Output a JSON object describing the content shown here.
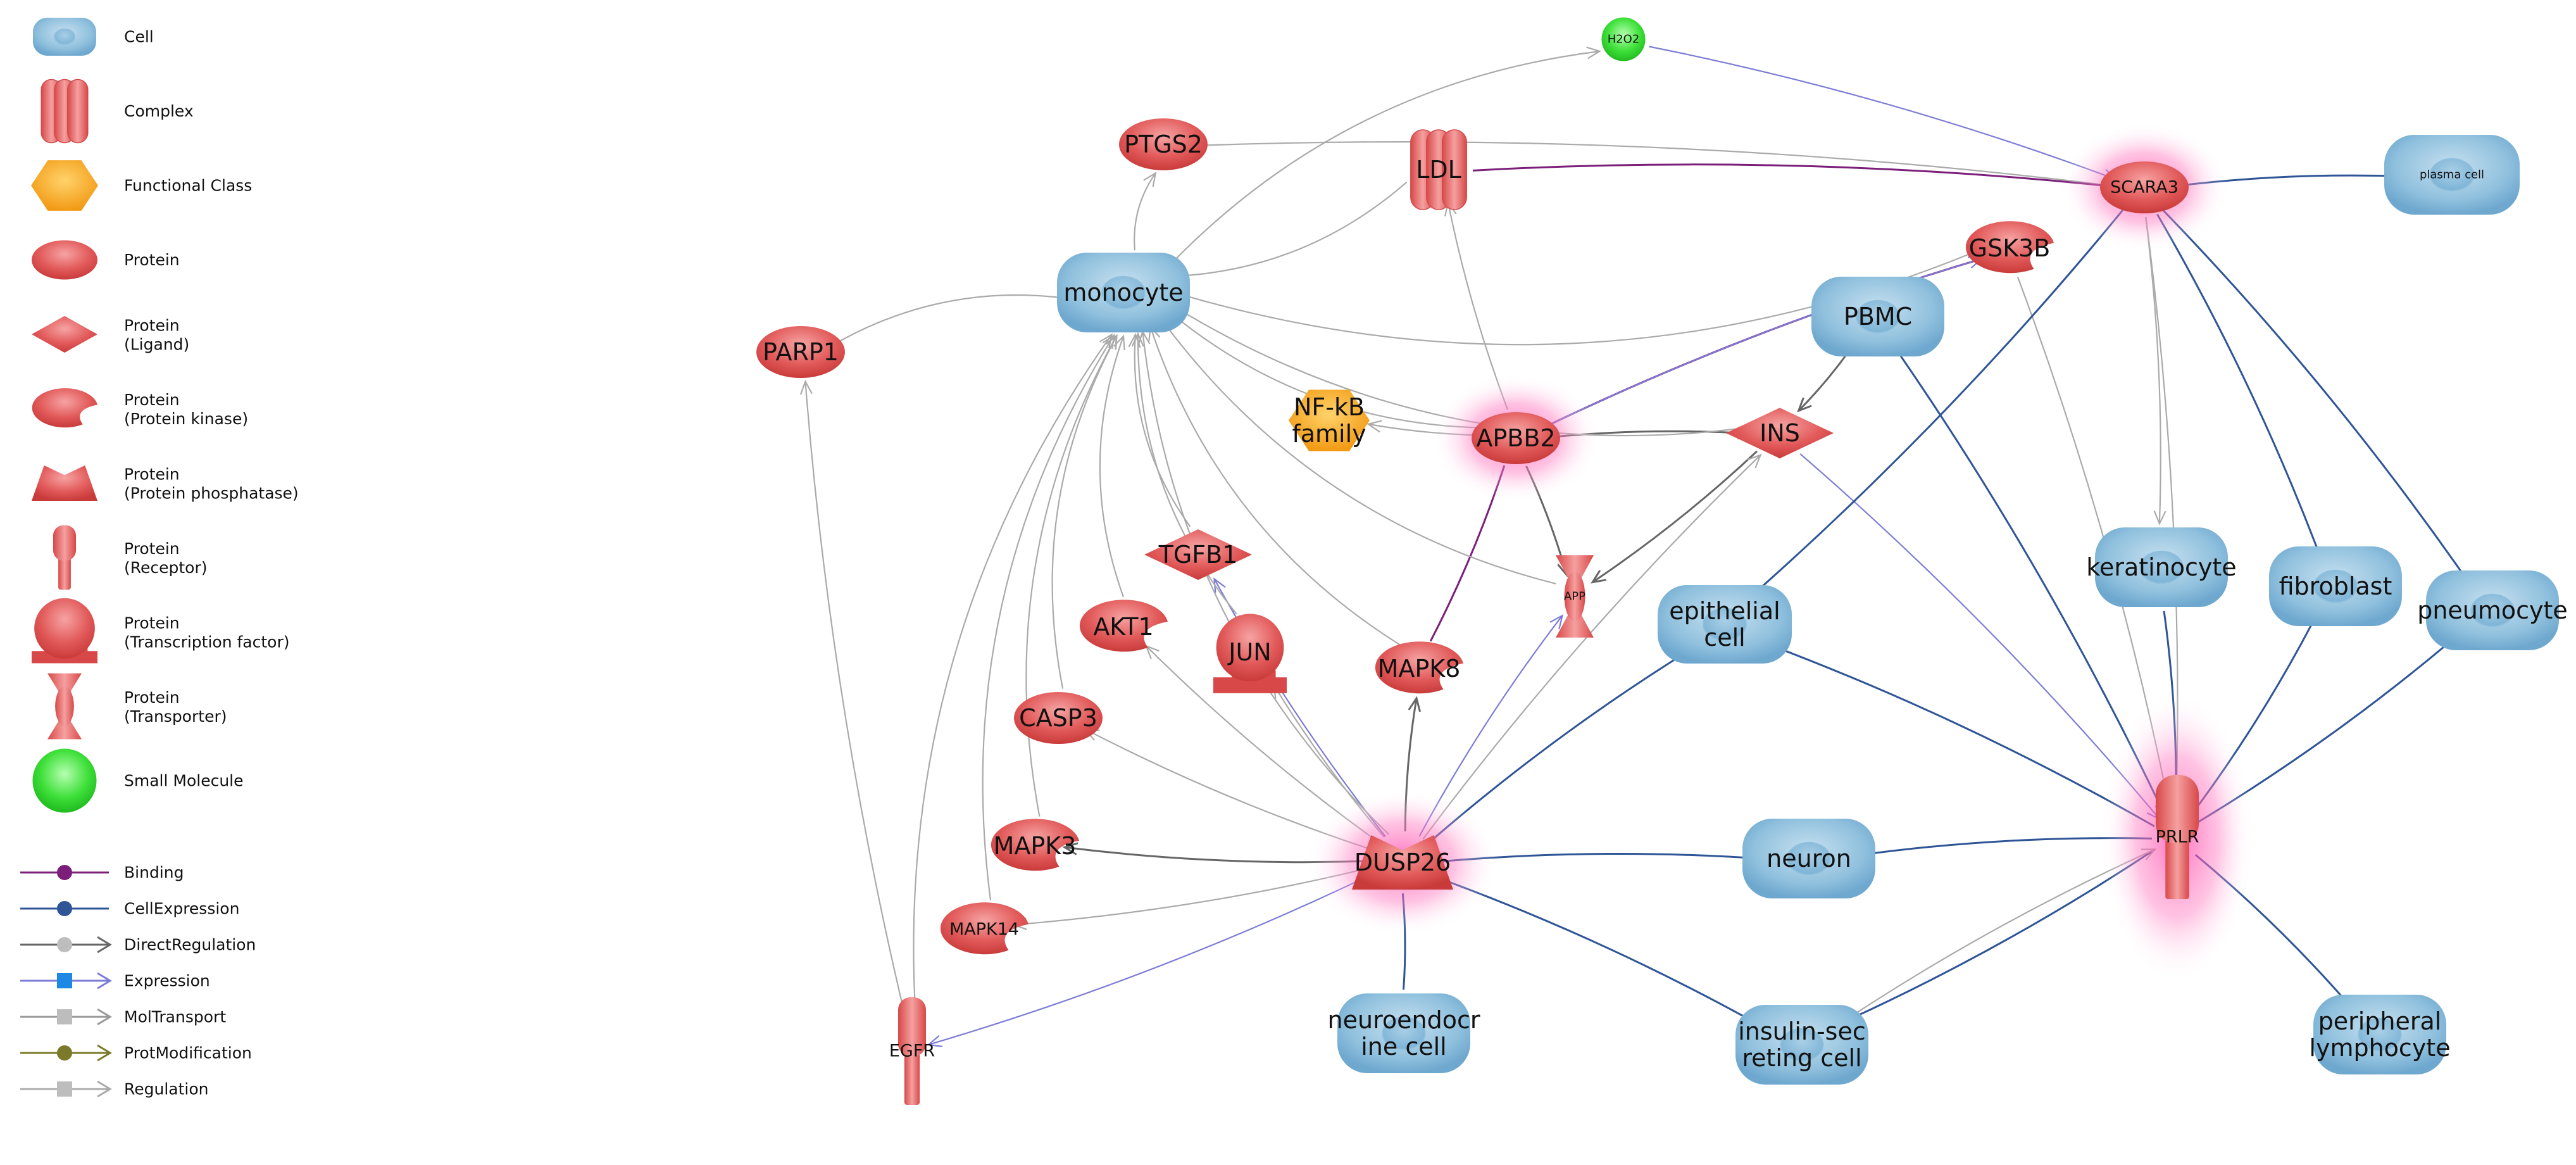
{
  "legend": {
    "node_types": [
      {
        "shape": "cell",
        "label": "Cell"
      },
      {
        "shape": "complex",
        "label": "Complex"
      },
      {
        "shape": "functional-class",
        "label": "Functional Class"
      },
      {
        "shape": "protein",
        "label": "Protein"
      },
      {
        "shape": "ligand",
        "label": "Protein",
        "sublabel": "(Ligand)"
      },
      {
        "shape": "kinase",
        "label": "Protein",
        "sublabel": "(Protein kinase)"
      },
      {
        "shape": "phosphatase",
        "label": "Protein",
        "sublabel": "(Protein phosphatase)"
      },
      {
        "shape": "receptor",
        "label": "Protein",
        "sublabel": "(Receptor)"
      },
      {
        "shape": "transcription-factor",
        "label": "Protein",
        "sublabel": "(Transcription factor)"
      },
      {
        "shape": "transporter",
        "label": "Protein",
        "sublabel": "(Transporter)"
      },
      {
        "shape": "small-molecule",
        "label": "Small Molecule"
      }
    ],
    "edge_types": [
      {
        "label": "Binding",
        "color": "#7b1f7a",
        "marker": "circle",
        "arrow": false
      },
      {
        "label": "CellExpression",
        "color": "#2f5597",
        "marker": "circle",
        "arrow": false
      },
      {
        "label": "DirectRegulation",
        "color": "#666666",
        "marker": "circle-grey",
        "arrow": true
      },
      {
        "label": "Expression",
        "color": "#7c7cd6",
        "marker": "square-blue",
        "arrow": true
      },
      {
        "label": "MolTransport",
        "color": "#999999",
        "marker": "square",
        "arrow": true
      },
      {
        "label": "ProtModification",
        "color": "#7a7a2a",
        "marker": "octagon",
        "arrow": true
      },
      {
        "label": "Regulation",
        "color": "#aaaaaa",
        "marker": "square",
        "arrow": true
      }
    ]
  },
  "nodes": [
    {
      "id": "H2O2",
      "label": "H2O2",
      "type": "small-molecule"
    },
    {
      "id": "PTGS2",
      "label": "PTGS2",
      "type": "protein"
    },
    {
      "id": "LDL",
      "label": "LDL",
      "type": "complex"
    },
    {
      "id": "SCARA3",
      "label": "SCARA3",
      "type": "protein",
      "highlight": true
    },
    {
      "id": "plasma cell",
      "label": "plasma cell",
      "type": "cell"
    },
    {
      "id": "monocyte",
      "label": "monocyte",
      "type": "cell"
    },
    {
      "id": "GSK3B",
      "label": "GSK3B",
      "type": "kinase"
    },
    {
      "id": "PARP1",
      "label": "PARP1",
      "type": "protein"
    },
    {
      "id": "PBMC",
      "label": "PBMC",
      "type": "cell"
    },
    {
      "id": "NF-kB family",
      "label": "NF-kB family",
      "type": "functional-class"
    },
    {
      "id": "APBB2",
      "label": "APBB2",
      "type": "protein",
      "highlight": true
    },
    {
      "id": "INS",
      "label": "INS",
      "type": "ligand"
    },
    {
      "id": "TGFB1",
      "label": "TGFB1",
      "type": "ligand"
    },
    {
      "id": "APP",
      "label": "APP",
      "type": "transporter"
    },
    {
      "id": "keratinocyte",
      "label": "keratinocyte",
      "type": "cell"
    },
    {
      "id": "fibroblast",
      "label": "fibroblast",
      "type": "cell"
    },
    {
      "id": "pneumocyte",
      "label": "pneumocyte",
      "type": "cell"
    },
    {
      "id": "epithelial cell",
      "label": "epithelial cell",
      "type": "cell"
    },
    {
      "id": "AKT1",
      "label": "AKT1",
      "type": "kinase"
    },
    {
      "id": "JUN",
      "label": "JUN",
      "type": "transcription-factor"
    },
    {
      "id": "MAPK8",
      "label": "MAPK8",
      "type": "kinase"
    },
    {
      "id": "CASP3",
      "label": "CASP3",
      "type": "protein"
    },
    {
      "id": "MAPK3",
      "label": "MAPK3",
      "type": "kinase"
    },
    {
      "id": "DUSP26",
      "label": "DUSP26",
      "type": "phosphatase",
      "highlight": true
    },
    {
      "id": "neuron",
      "label": "neuron",
      "type": "cell"
    },
    {
      "id": "PRLR",
      "label": "PRLR",
      "type": "receptor",
      "highlight": true
    },
    {
      "id": "MAPK14",
      "label": "MAPK14",
      "type": "kinase"
    },
    {
      "id": "EGFR",
      "label": "EGFR",
      "type": "receptor"
    },
    {
      "id": "neuroendocrine cell",
      "label": "neuroendocrine cell",
      "type": "cell"
    },
    {
      "id": "insulin-secreting cell",
      "label": "insulin-secreting cell",
      "type": "cell"
    },
    {
      "id": "peripheral lymphocyte",
      "label": "peripheral lymphocyte",
      "type": "cell"
    }
  ],
  "edges": [
    {
      "from": "monocyte",
      "to": "H2O2",
      "type": "Regulation"
    },
    {
      "from": "H2O2",
      "to": "SCARA3",
      "type": "Expression"
    },
    {
      "from": "PTGS2",
      "to": "SCARA3",
      "type": "Regulation"
    },
    {
      "from": "LDL",
      "to": "SCARA3",
      "type": "Binding"
    },
    {
      "from": "SCARA3",
      "to": "plasma cell",
      "type": "CellExpression"
    },
    {
      "from": "LDL",
      "to": "monocyte",
      "type": "Regulation"
    },
    {
      "from": "monocyte",
      "to": "PTGS2",
      "type": "Regulation"
    },
    {
      "from": "GSK3B",
      "to": "monocyte",
      "type": "Regulation"
    },
    {
      "from": "PARP1",
      "to": "monocyte",
      "type": "Regulation"
    },
    {
      "from": "APBB2",
      "to": "GSK3B",
      "type": "Binding"
    },
    {
      "from": "APBB2",
      "to": "GSK3B",
      "type": "Expression"
    },
    {
      "from": "APBB2",
      "to": "LDL",
      "type": "Regulation"
    },
    {
      "from": "APBB2",
      "to": "NF-kB family",
      "type": "Regulation"
    },
    {
      "from": "APBB2",
      "to": "INS",
      "type": "DirectRegulation"
    },
    {
      "from": "APBB2",
      "to": "APP",
      "type": "DirectRegulation"
    },
    {
      "from": "APBB2",
      "to": "MAPK8",
      "type": "Binding"
    },
    {
      "from": "INS",
      "to": "monocyte",
      "type": "Regulation"
    },
    {
      "from": "INS",
      "to": "APP",
      "type": "DirectRegulation"
    },
    {
      "from": "PBMC",
      "to": "INS",
      "type": "DirectRegulation"
    },
    {
      "from": "PBMC",
      "to": "PRLR",
      "type": "CellExpression"
    },
    {
      "from": "INS",
      "to": "PRLR",
      "type": "Expression"
    },
    {
      "from": "GSK3B",
      "to": "PRLR",
      "type": "Regulation"
    },
    {
      "from": "SCARA3",
      "to": "keratinocyte",
      "type": "Regulation"
    },
    {
      "from": "SCARA3",
      "to": "fibroblast",
      "type": "CellExpression"
    },
    {
      "from": "SCARA3",
      "to": "pneumocyte",
      "type": "CellExpression"
    },
    {
      "from": "SCARA3",
      "to": "epithelial cell",
      "type": "CellExpression"
    },
    {
      "from": "SCARA3",
      "to": "PRLR",
      "type": "Regulation"
    },
    {
      "from": "keratinocyte",
      "to": "PRLR",
      "type": "CellExpression"
    },
    {
      "from": "fibroblast",
      "to": "PRLR",
      "type": "CellExpression"
    },
    {
      "from": "pneumocyte",
      "to": "PRLR",
      "type": "CellExpression"
    },
    {
      "from": "epithelial cell",
      "to": "PRLR",
      "type": "CellExpression"
    },
    {
      "from": "neuron",
      "to": "PRLR",
      "type": "CellExpression"
    },
    {
      "from": "PRLR",
      "to": "peripheral lymphocyte",
      "type": "CellExpression"
    },
    {
      "from": "PRLR",
      "to": "insulin-secreting cell",
      "type": "CellExpression"
    },
    {
      "from": "DUSP26",
      "to": "neuron",
      "type": "CellExpression"
    },
    {
      "from": "DUSP26",
      "to": "epithelial cell",
      "type": "CellExpression"
    },
    {
      "from": "DUSP26",
      "to": "neuroendocrine cell",
      "type": "CellExpression"
    },
    {
      "from": "DUSP26",
      "to": "insulin-secreting cell",
      "type": "CellExpression"
    },
    {
      "from": "DUSP26",
      "to": "APP",
      "type": "Expression"
    },
    {
      "from": "DUSP26",
      "to": "INS",
      "type": "Regulation"
    },
    {
      "from": "DUSP26",
      "to": "MAPK8",
      "type": "DirectRegulation"
    },
    {
      "from": "DUSP26",
      "to": "JUN",
      "type": "Regulation"
    },
    {
      "from": "DUSP26",
      "to": "AKT1",
      "type": "Regulation"
    },
    {
      "from": "DUSP26",
      "to": "CASP3",
      "type": "Regulation"
    },
    {
      "from": "DUSP26",
      "to": "MAPK3",
      "type": "DirectRegulation"
    },
    {
      "from": "DUSP26",
      "to": "MAPK14",
      "type": "Regulation"
    },
    {
      "from": "DUSP26",
      "to": "EGFR",
      "type": "Expression"
    },
    {
      "from": "DUSP26",
      "to": "TGFB1",
      "type": "Expression"
    },
    {
      "from": "DUSP26",
      "to": "monocyte",
      "type": "Regulation"
    },
    {
      "from": "TGFB1",
      "to": "monocyte",
      "type": "Regulation"
    },
    {
      "from": "AKT1",
      "to": "monocyte",
      "type": "Regulation"
    },
    {
      "from": "JUN",
      "to": "monocyte",
      "type": "Regulation"
    },
    {
      "from": "MAPK8",
      "to": "monocyte",
      "type": "Regulation"
    },
    {
      "from": "CASP3",
      "to": "monocyte",
      "type": "Regulation"
    },
    {
      "from": "MAPK3",
      "to": "monocyte",
      "type": "Regulation"
    },
    {
      "from": "MAPK14",
      "to": "monocyte",
      "type": "Regulation"
    },
    {
      "from": "EGFR",
      "to": "monocyte",
      "type": "Regulation"
    },
    {
      "from": "APP",
      "to": "monocyte",
      "type": "Regulation"
    },
    {
      "from": "APBB2",
      "to": "monocyte",
      "type": "Regulation"
    },
    {
      "from": "EGFR",
      "to": "PARP1",
      "type": "Regulation"
    },
    {
      "from": "insulin-secreting cell",
      "to": "PRLR",
      "type": "Regulation"
    }
  ]
}
